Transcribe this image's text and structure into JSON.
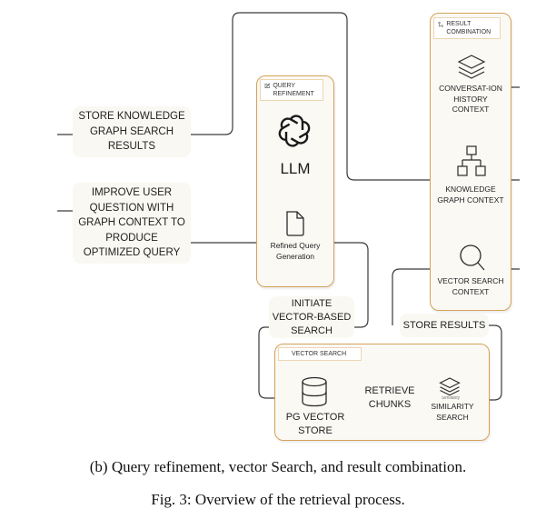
{
  "diagram": {
    "panels": {
      "query_refinement": {
        "tag": "Query Refinement",
        "tag_icon": "edit-icon",
        "llm_label": "LLM",
        "llm_icon": "openai-logo-icon",
        "refined_query": {
          "icon": "document-icon",
          "label": "Refined Query Generation"
        }
      },
      "result_combination": {
        "tag": "Result Combination",
        "tag_icon": "merge-icon",
        "nodes": [
          {
            "icon": "layers-icon",
            "label": "CONVERSAT-ION HISTORY CONTEXT"
          },
          {
            "icon": "hierarchy-icon",
            "label": "KNOWLEDGE GRAPH CONTEXT"
          },
          {
            "icon": "search-icon",
            "label": "VECTOR SEARCH CONTEXT"
          }
        ]
      },
      "vector_search": {
        "tag": "Vector Search",
        "nodes": [
          {
            "icon": "database-icon",
            "label": "PG VECTOR STORE"
          },
          {
            "icon": "layers-icon",
            "label": "SIMILARITY SEARCH",
            "overlap_text": "Similarity"
          }
        ],
        "edge_label": "RETRIEVE CHUNKS"
      }
    },
    "edge_labels": {
      "store_kg": "STORE KNOWLEDGE GRAPH SEARCH RESULTS",
      "improve_question": "IMPROVE USER QUESTION WITH GRAPH CONTEXT TO PRODUCE OPTIMIZED QUERY",
      "initiate_vector": "INITIATE VECTOR-BASED SEARCH",
      "store_results": "STORE RESULTS"
    }
  },
  "caption": {
    "subfigure": "(b) Query refinement, vector Search, and result combination.",
    "figure": "Fig. 3: Overview of the retrieval process."
  }
}
